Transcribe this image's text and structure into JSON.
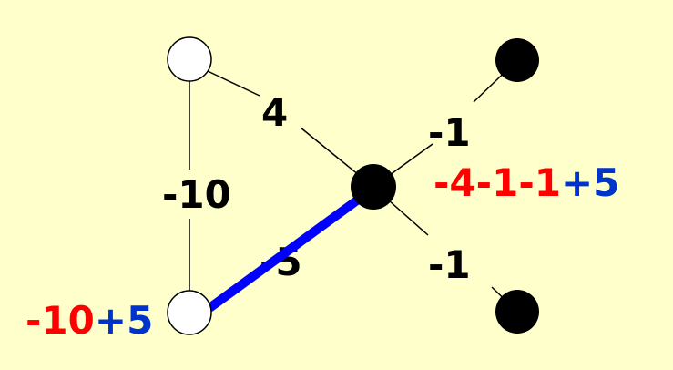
{
  "colors": {
    "background": "#FFFFCC",
    "negative": "#FF0000",
    "positive": "#0033CC",
    "highlight_edge": "#0000FF"
  },
  "edges": [
    {
      "from": "top-left",
      "to": "center",
      "weight": "4"
    },
    {
      "from": "top-left",
      "to": "bottom-left",
      "weight": "-10"
    },
    {
      "from": "center",
      "to": "top-right",
      "weight": "-1"
    },
    {
      "from": "center",
      "to": "bottom-right",
      "weight": "-1"
    },
    {
      "from": "center",
      "to": "bottom-left",
      "weight": "-5",
      "highlighted": true
    }
  ],
  "node_sums": {
    "bottom_left": {
      "neg": "-10",
      "pos": "+5"
    },
    "center": {
      "neg1": "-4",
      "neg2": "-1",
      "neg3": "-1",
      "pos": "+5"
    }
  }
}
